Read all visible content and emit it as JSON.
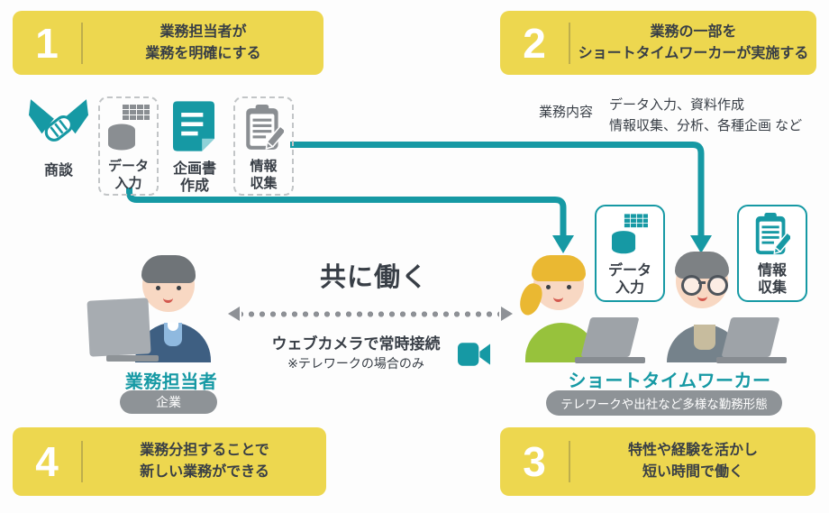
{
  "colors": {
    "yellow": "#EDD74F",
    "teal": "#1699A4",
    "dark": "#383E46",
    "pill_gray": "#8E9397",
    "icon_gray": "#8A8E92"
  },
  "banners": {
    "step1": {
      "number": "1",
      "line1": "業務担当者が",
      "line2": "業務を明確にする"
    },
    "step2": {
      "number": "2",
      "line1": "業務の一部を",
      "line2": "ショートタイムワーカーが実施する"
    },
    "step3": {
      "number": "3",
      "line1": "特性や経験を活かし",
      "line2": "短い時間で働く"
    },
    "step4": {
      "number": "4",
      "line1": "業務分担することで",
      "line2": "新しい業務ができる"
    }
  },
  "tasks": {
    "shodan": {
      "label": "商談",
      "icon": "handshake-icon"
    },
    "data_entry": {
      "line1": "データ",
      "line2": "入力",
      "icon": "database-icon"
    },
    "planning": {
      "line1": "企画書",
      "line2": "作成",
      "icon": "document-icon"
    },
    "info": {
      "line1": "情報",
      "line2": "収集",
      "icon": "clipboard-pencil-icon"
    }
  },
  "work_content": {
    "label": "業務内容",
    "line1": "データ入力、資料作成",
    "line2": "情報収集、分析、各種企画 など"
  },
  "center": {
    "headline": "共に働く",
    "webcam_line1": "ウェブカメラで常時接続",
    "webcam_line2": "※テレワークの場合のみ",
    "camera_icon": "video-camera-icon"
  },
  "left_person": {
    "name": "業務担当者",
    "badge": "企業"
  },
  "right_workers": {
    "name": "ショートタイムワーカー",
    "badge": "テレワークや出社など多様な勤務形態",
    "task1": {
      "line1": "データ",
      "line2": "入力"
    },
    "task2": {
      "line1": "情報",
      "line2": "収集"
    }
  }
}
